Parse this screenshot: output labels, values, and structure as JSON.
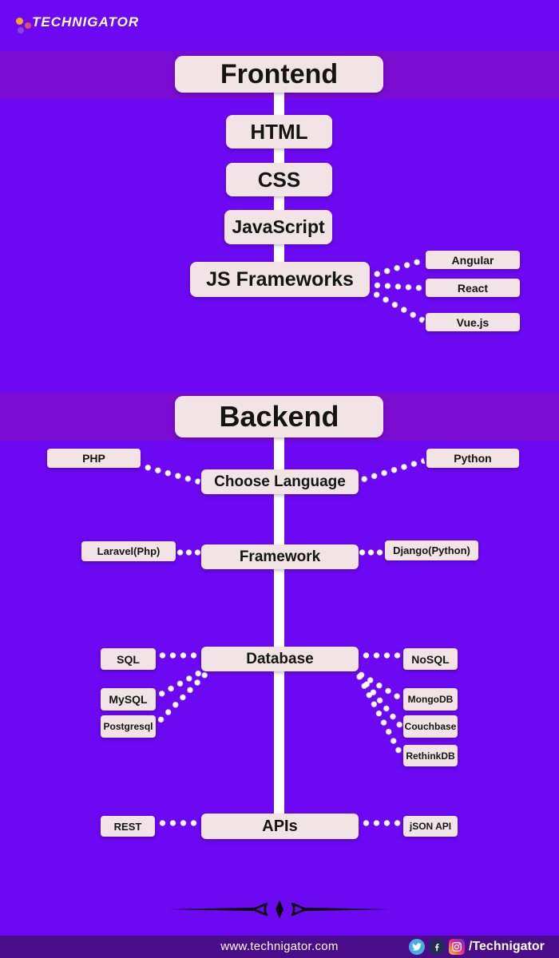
{
  "brand": {
    "name": "TECHNIGATOR"
  },
  "frontend": {
    "title": "Frontend",
    "steps": [
      "HTML",
      "CSS",
      "JavaScript",
      "JS Frameworks"
    ],
    "frameworks": [
      "Angular",
      "React",
      "Vue.js"
    ]
  },
  "backend": {
    "title": "Backend",
    "rows": [
      {
        "center": "Choose Language",
        "left": [
          "PHP"
        ],
        "right": [
          "Python"
        ]
      },
      {
        "center": "Framework",
        "left": [
          "Laravel(Php)"
        ],
        "right": [
          "Django(Python)"
        ]
      },
      {
        "center": "Database",
        "left": [
          "SQL",
          "MySQL",
          "Postgresql"
        ],
        "right": [
          "NoSQL",
          "MongoDB",
          "Couchbase",
          "RethinkDB"
        ]
      },
      {
        "center": "APIs",
        "left": [
          "REST"
        ],
        "right": [
          "jSON API"
        ]
      }
    ]
  },
  "footer": {
    "website": "www.technigator.com",
    "handle": "/Technigator",
    "icons": [
      "twitter-icon",
      "facebook-icon",
      "instagram-icon"
    ]
  },
  "colors": {
    "background": "#6C08F2",
    "section_band": "#7A0BD0",
    "footer_bar": "#4A0D8A",
    "card_fill": "#F2E4E4",
    "card_text": "#141414",
    "connector": "#FFFFFF",
    "divider": "#0A0A0A",
    "logo_dot_yellow": "#F6A51F",
    "logo_dot_pink": "#E0506E",
    "logo_dot_purple": "#8E4FE8",
    "twitter_blue": "#45AEE4",
    "facebook_navy": "#1F2D54",
    "instagram_gradient": "#F9CE34,#EE2A7B,#6228D7"
  }
}
